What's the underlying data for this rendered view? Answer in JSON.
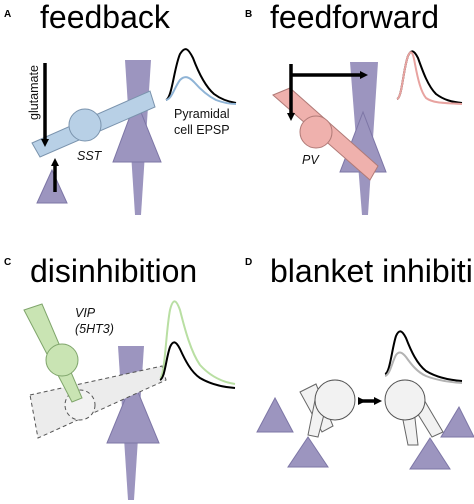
{
  "panels": {
    "a": {
      "letter": "A",
      "title": "feedback"
    },
    "b": {
      "letter": "B",
      "title": "feedforward"
    },
    "c": {
      "letter": "C",
      "title": "disinhibition"
    },
    "d": {
      "letter": "D",
      "title": "blanket inhibition"
    }
  },
  "labels": {
    "glutamate": "glutamate",
    "sst": "SST",
    "pyramidal_line1": "Pyramidal",
    "pyramidal_line2": "cell EPSP",
    "pv": "PV",
    "vip_line1": "VIP",
    "vip_line2": "(5HT3)"
  },
  "colors": {
    "pyramidal": "#9c95bf",
    "sst": "#b8d0e6",
    "pv": "#efb1ad",
    "vip": "#c9e4b3",
    "blanket": "#f2f2f2",
    "ghost": "#ececec",
    "trace_black": "#000000",
    "trace_blue": "#8fb4d6",
    "trace_pink": "#e8a3a0",
    "trace_green": "#b9dfa3",
    "trace_gray": "#b3b3b3"
  }
}
